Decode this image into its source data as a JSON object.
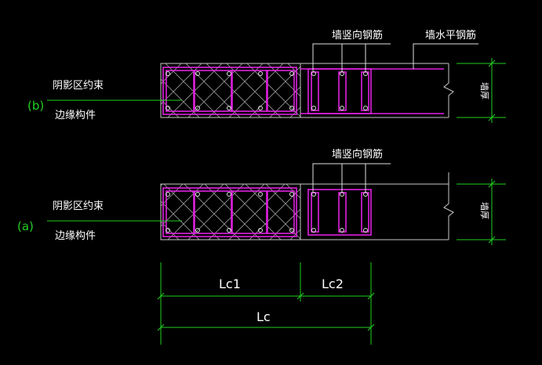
{
  "colors": {
    "background": "#000000",
    "outline": "#c8c8c8",
    "rebar": "#e020e0",
    "dimension": "#20d020",
    "label_green": "#20d020",
    "text": "#ffffff"
  },
  "detail_b": {
    "tag": "(b)",
    "member_label_line1": "阴影区约束",
    "member_label_line2": "边缘构件",
    "vertical_rebar_label": "墙竖向钢筋",
    "horizontal_rebar_label": "墙水平钢筋",
    "thickness_label": "墙厚"
  },
  "detail_a": {
    "tag": "(a)",
    "member_label_line1": "阴影区约束",
    "member_label_line2": "边缘构件",
    "vertical_rebar_label": "墙竖向钢筋",
    "thickness_label": "墙厚"
  },
  "dimensions": {
    "lc1": "Lc1",
    "lc2": "Lc2",
    "lc": "Lc"
  }
}
